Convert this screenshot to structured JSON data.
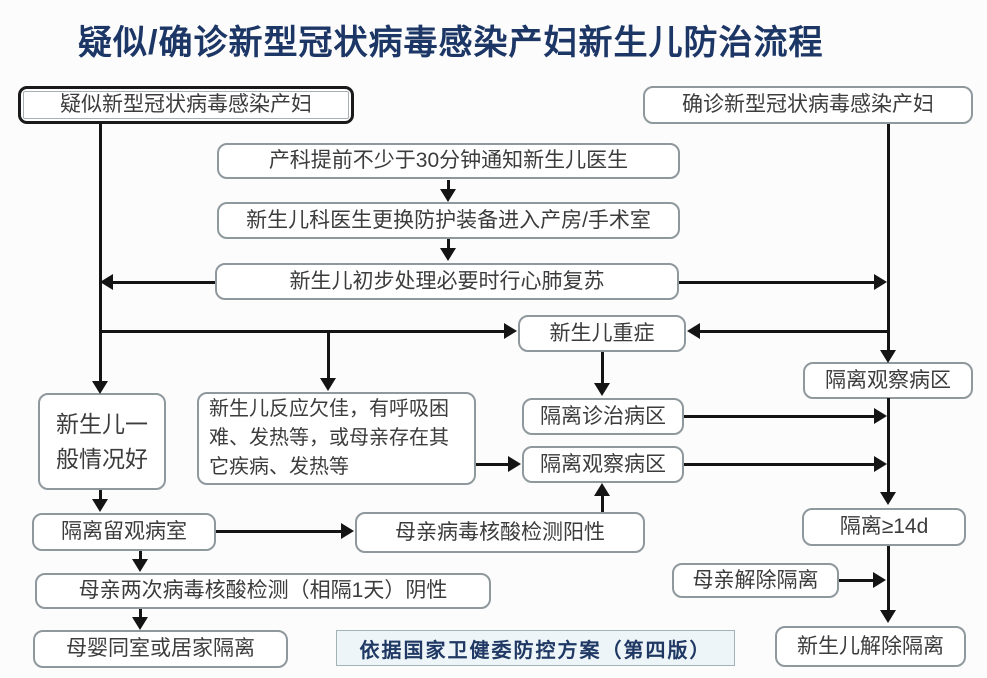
{
  "title": "疑似/确诊新型冠状病毒感染产妇新生儿防治流程",
  "colors": {
    "title_text": "#1c3666",
    "box_border": "#8f989d",
    "box_fill": "#ffffff",
    "box_text": "#3c3c3c",
    "suspect_box_border": "#1a1a1a",
    "connector": "#141414",
    "note_bg": "#eef5f8",
    "note_border": "#a3b2b7",
    "note_text": "#1f3864"
  },
  "nodes": {
    "suspect": {
      "label": "疑似新型冠状病毒感染产妇"
    },
    "confirmed": {
      "label": "确诊新型冠状病毒感染产妇"
    },
    "notify": {
      "label": "产科提前不少于30分钟通知新生儿医生"
    },
    "ppe": {
      "label": "新生儿科医生更换防护装备进入产房/手术室"
    },
    "initial": {
      "label": "新生儿初步处理必要时行心肺复苏"
    },
    "severe": {
      "label": "新生儿重症"
    },
    "good": {
      "label": "新生儿一般情况好"
    },
    "poor": {
      "label": "新生儿反应欠佳，有呼吸困难、发热等，或母亲存在其它疾病、发热等"
    },
    "iso_treat": {
      "label": "隔离诊治病区"
    },
    "iso_obs_mid": {
      "label": "隔离观察病区"
    },
    "iso_obs_right": {
      "label": "隔离观察病区"
    },
    "iso_ward": {
      "label": "隔离留观病室"
    },
    "positive": {
      "label": "母亲病毒核酸检测阳性"
    },
    "negative": {
      "label": "母亲两次病毒核酸检测（相隔1天）阴性"
    },
    "rooming": {
      "label": "母婴同室或居家隔离"
    },
    "iso_14d": {
      "label": "隔离≥14d"
    },
    "mother_release": {
      "label": "母亲解除隔离"
    },
    "newborn_release": {
      "label": "新生儿解除隔离"
    }
  },
  "note": {
    "label": "依据国家卫健委防控方案（第四版）"
  }
}
